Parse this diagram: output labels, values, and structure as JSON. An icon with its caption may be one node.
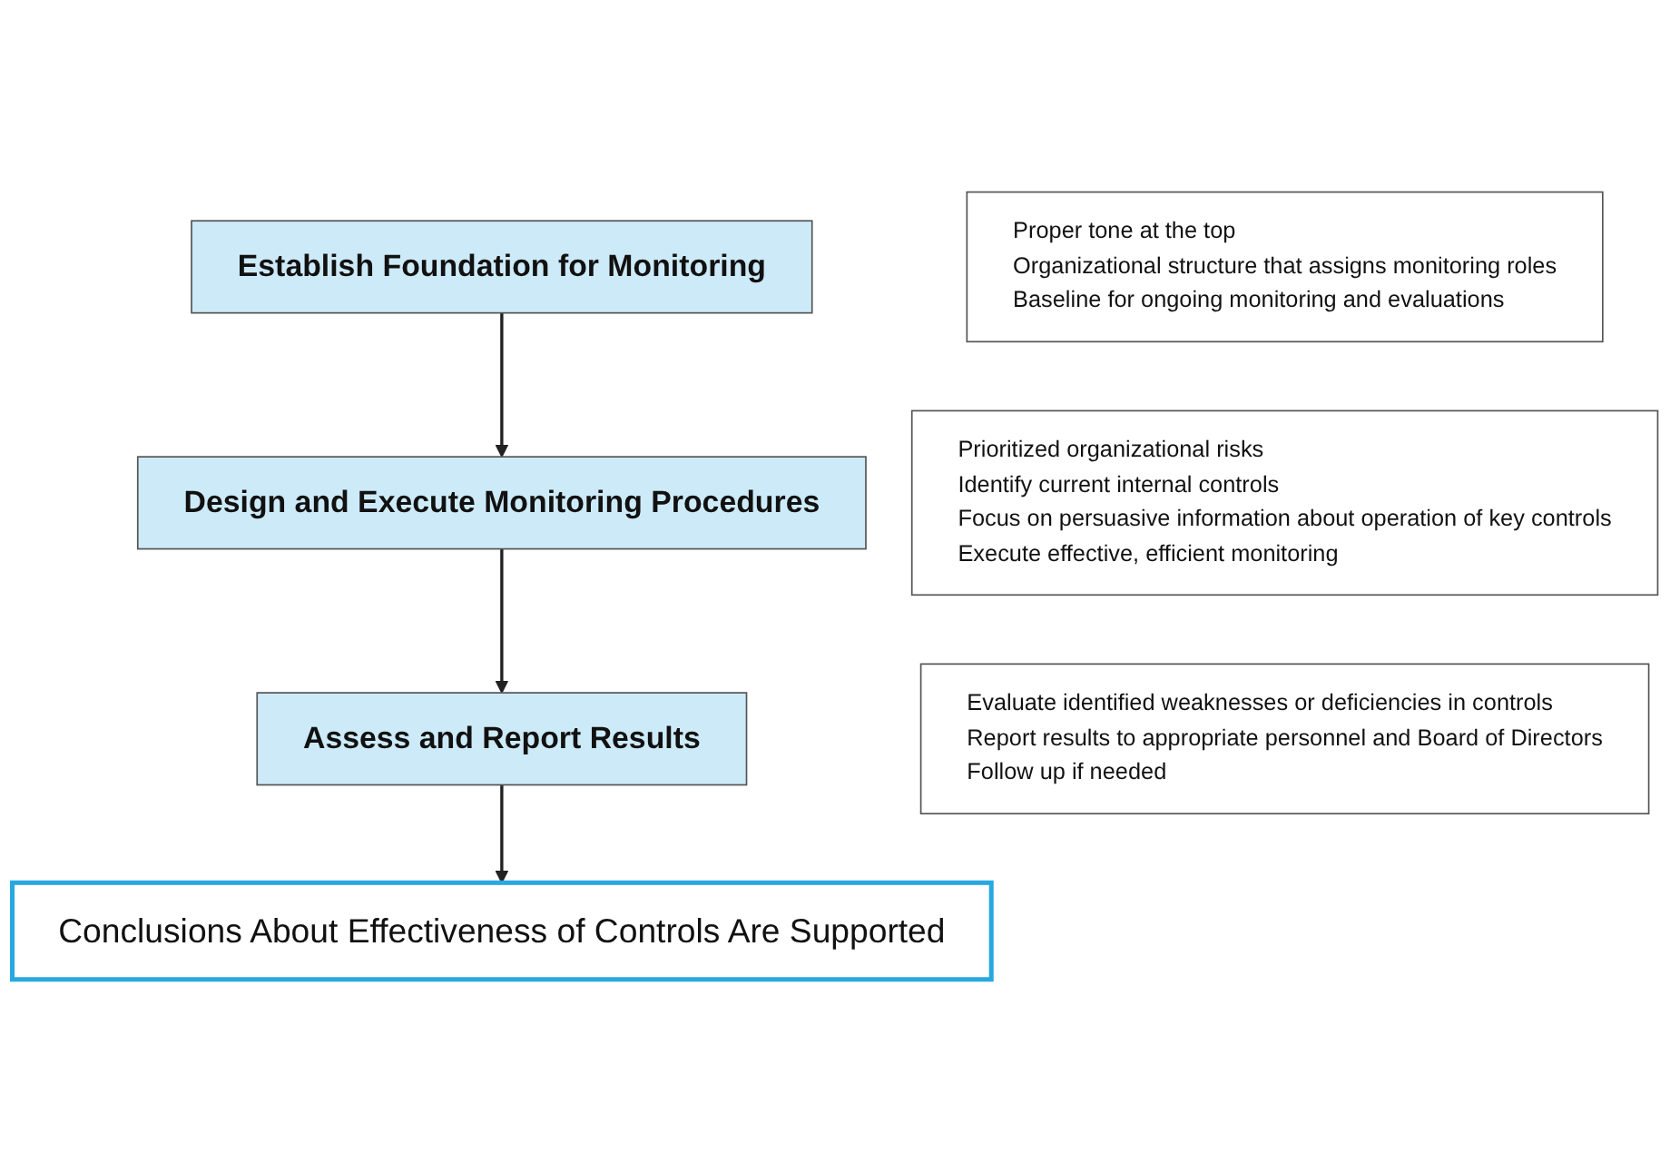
{
  "diagram": {
    "nodes": [
      {
        "text": [
          "Establish Foundation for Monitoring"
        ]
      },
      {
        "text": [
          "Proper tone at the top",
          "Organizational structure that assigns monitoring roles",
          "Baseline for ongoing monitoring and evaluations"
        ]
      },
      {
        "text": [
          "Design and Execute Monitoring Procedures"
        ]
      },
      {
        "text": [
          "Prioritized organizational risks",
          "Identify current internal controls",
          "Focus on persuasive information about operation of key controls",
          "Execute effective, efficient monitoring"
        ]
      },
      {
        "text": [
          "Assess and Report Results"
        ]
      },
      {
        "text": [
          "Evaluate identified weaknesses or deficiencies in controls",
          "Report results to appropriate personnel and Board of Directors",
          "Follow up if needed"
        ]
      },
      {
        "text": [
          "Conclusions About Effectiveness of Controls Are Supported"
        ]
      }
    ],
    "edges": [
      {
        "from": 0,
        "to": 2,
        "arrow": "to"
      },
      {
        "from": 2,
        "to": 4,
        "arrow": "to"
      },
      {
        "from": 4,
        "to": 6,
        "arrow": "to"
      }
    ]
  }
}
